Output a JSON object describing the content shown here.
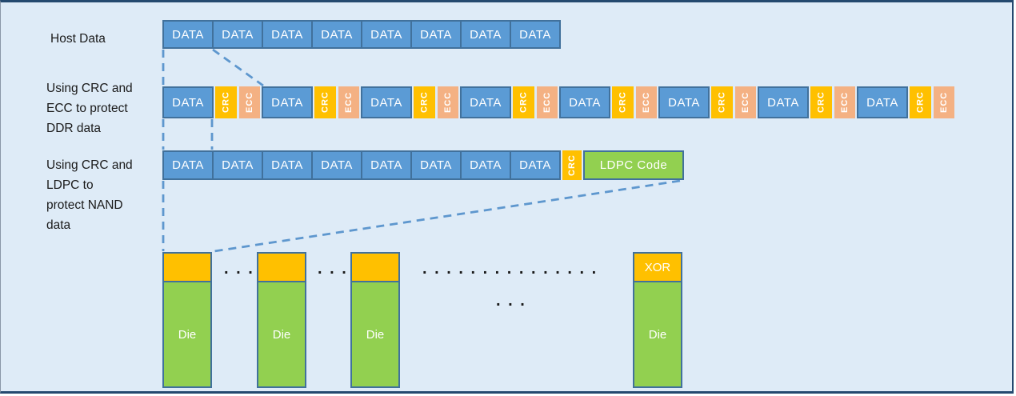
{
  "diagram": {
    "host": {
      "label": "Host Data",
      "blocks": [
        "DATA",
        "DATA",
        "DATA",
        "DATA",
        "DATA",
        "DATA",
        "DATA",
        "DATA"
      ]
    },
    "ddr": {
      "label_lines": [
        "Using CRC and",
        "ECC to protect",
        "DDR data"
      ],
      "groups": [
        {
          "data": "DATA",
          "crc": "CRC",
          "ecc": "ECC"
        },
        {
          "data": "DATA",
          "crc": "CRC",
          "ecc": "ECC"
        },
        {
          "data": "DATA",
          "crc": "CRC",
          "ecc": "ECC"
        },
        {
          "data": "DATA",
          "crc": "CRC",
          "ecc": "ECC"
        },
        {
          "data": "DATA",
          "crc": "CRC",
          "ecc": "ECC"
        },
        {
          "data": "DATA",
          "crc": "CRC",
          "ecc": "ECC"
        },
        {
          "data": "DATA",
          "crc": "CRC",
          "ecc": "ECC"
        },
        {
          "data": "DATA",
          "crc": "CRC",
          "ecc": "ECC"
        }
      ]
    },
    "nand": {
      "label_lines": [
        "Using CRC and",
        "LDPC to",
        "protect NAND",
        "data"
      ],
      "blocks": [
        "DATA",
        "DATA",
        "DATA",
        "DATA",
        "DATA",
        "DATA",
        "DATA",
        "DATA"
      ],
      "crc": "CRC",
      "ldpc": "LDPC Code"
    },
    "dies": [
      {
        "head": "",
        "body": "Die"
      },
      {
        "head": "",
        "body": "Die"
      },
      {
        "head": "",
        "body": "Die"
      },
      {
        "head": "XOR",
        "body": "Die"
      }
    ],
    "dots": {
      "gap1": ". . .",
      "gap2": ". . .",
      "long": ". . . . . . . . . . . . . . .",
      "lower": ". . ."
    }
  },
  "colors": {
    "background": "#DEEBF7",
    "data_blue": "#5B9BD5",
    "block_edge": "#41719C",
    "crc_orange": "#FFC000",
    "ecc_peach": "#F4B183",
    "green": "#92D050",
    "dash_blue": "#5E97CE",
    "frame_navy": "#24496F",
    "text_dark": "#1A1A1A"
  }
}
